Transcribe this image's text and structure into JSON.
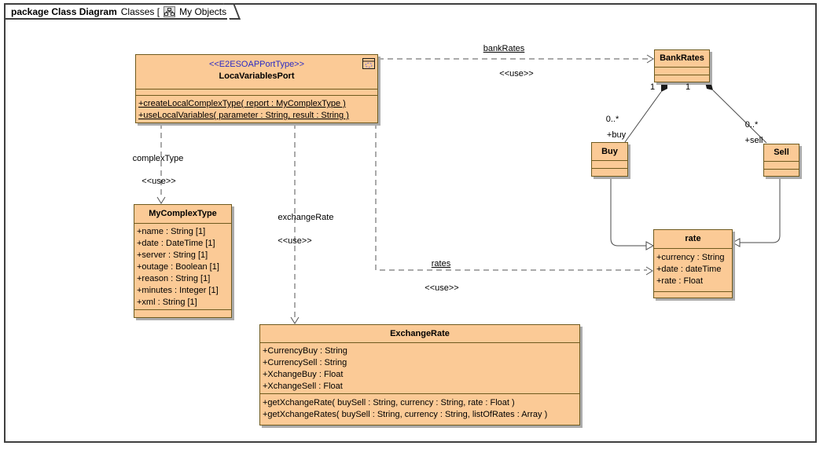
{
  "tab": {
    "kind": "package Class Diagram",
    "context": "Classes [",
    "diagram_name": "My Objects",
    "bracket_close": "]"
  },
  "colors": {
    "class_fill": "#FBCA96",
    "class_border": "#6E5A1E",
    "stereotype_text": "#2B2BC4",
    "line": "#4A4A4A",
    "shadow": "#ABABAB"
  },
  "classes": {
    "locaVariablesPort": {
      "stereotype": "<<E2ESOAPPortType>>",
      "name": "LocaVariablesPort",
      "operations": [
        "+createLocalComplexType( report : MyComplexType )",
        "+useLocalVariables( parameter : String, result : String )"
      ]
    },
    "myComplexType": {
      "name": "MyComplexType",
      "attributes": [
        "+name : String [1]",
        "+date : DateTime [1]",
        "+server : String [1]",
        "+outage : Boolean [1]",
        "+reason : String [1]",
        "+minutes : Integer [1]",
        "+xml : String [1]"
      ]
    },
    "bankRates": {
      "name": "BankRates"
    },
    "buy": {
      "name": "Buy"
    },
    "sell": {
      "name": "Sell"
    },
    "rate": {
      "name": "rate",
      "attributes": [
        "+currency : String",
        "+date : dateTime",
        "+rate : Float"
      ]
    },
    "exchangeRate": {
      "name": "ExchangeRate",
      "attributes": [
        "+CurrencyBuy : String",
        "+CurrencySell : String",
        "+XchangeBuy : Float",
        "+XchangeSell : Float"
      ],
      "operations": [
        "+getXchangeRate( buySell : String, currency : String, rate : Float )",
        "+getXchangeRates( buySell : String, currency : String, listOfRates : Array )"
      ]
    }
  },
  "edges": {
    "bankRates": {
      "name": "bankRates",
      "stereotype": "<<use>>"
    },
    "complexType": {
      "name": "complexType",
      "stereotype": "<<use>>"
    },
    "exchangeRate": {
      "name": "exchangeRate",
      "stereotype": "<<use>>"
    },
    "rates": {
      "name": "rates",
      "stereotype": "<<use>>"
    },
    "buyAssoc": {
      "source_multiplicity": "1",
      "target_multiplicity": "0..*",
      "target_role": "+buy"
    },
    "sellAssoc": {
      "source_multiplicity": "1",
      "target_multiplicity": "0..*",
      "target_role": "+sell"
    }
  }
}
